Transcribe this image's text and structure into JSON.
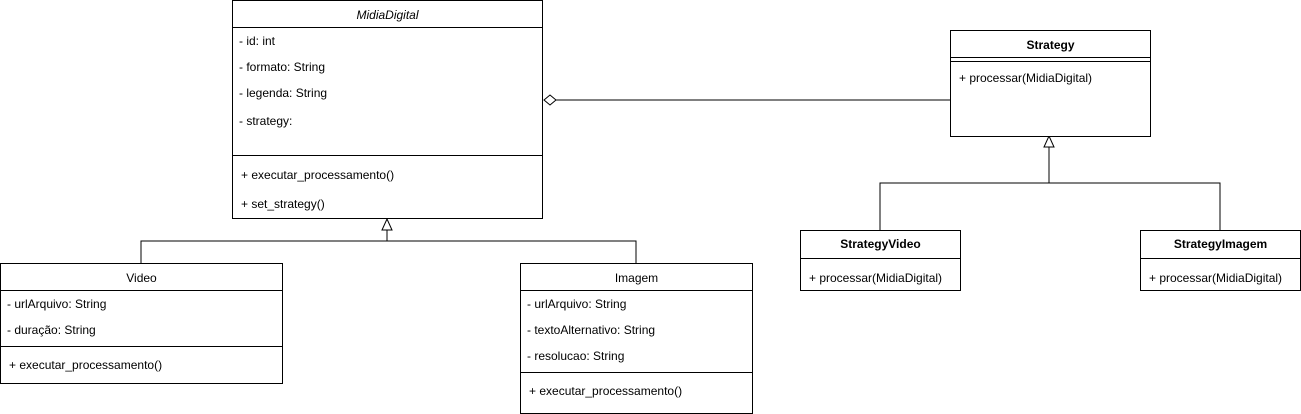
{
  "classes": {
    "midia_digital": {
      "name": "MidiaDigital",
      "attributes": [
        "- id: int",
        "- formato: String",
        "- legenda: String",
        "- strategy:"
      ],
      "methods": [
        "+ executar_processamento()",
        "+ set_strategy()"
      ]
    },
    "video": {
      "name": "Video",
      "attributes": [
        "- urlArquivo: String",
        "- duração: String"
      ],
      "methods": [
        "+ executar_processamento()"
      ]
    },
    "imagem": {
      "name": "Imagem",
      "attributes": [
        "- urlArquivo: String",
        "- textoAlternativo: String",
        "- resolucao: String"
      ],
      "methods": [
        "+ executar_processamento()"
      ]
    },
    "strategy": {
      "name": "Strategy",
      "methods": [
        "+ processar(MidiaDigital)"
      ]
    },
    "strategy_video": {
      "name": "StrategyVideo",
      "methods": [
        "+ processar(MidiaDigital)"
      ]
    },
    "strategy_imagem": {
      "name": "StrategyImagem",
      "methods": [
        "+ processar(MidiaDigital)"
      ]
    }
  },
  "colors": {
    "line": "#000000",
    "background": "#ffffff"
  }
}
